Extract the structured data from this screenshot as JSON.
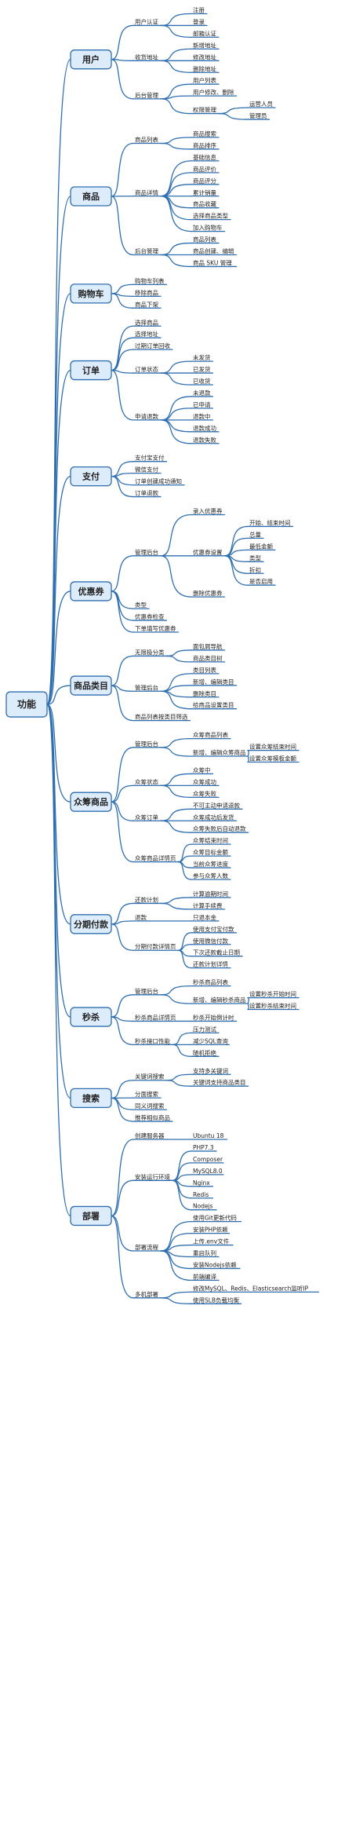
{
  "root": "功能",
  "categories": [
    {
      "label": "用户",
      "children": [
        {
          "label": "用户认证",
          "children": [
            {
              "label": "注册"
            },
            {
              "label": "登录"
            },
            {
              "label": "邮箱认证"
            }
          ]
        },
        {
          "label": "收货地址",
          "children": [
            {
              "label": "新增地址"
            },
            {
              "label": "修改地址"
            },
            {
              "label": "删除地址"
            }
          ]
        },
        {
          "label": "后台管理",
          "children": [
            {
              "label": "用户列表"
            },
            {
              "label": "用户修改、删除"
            },
            {
              "label": "权限管理",
              "children": [
                {
                  "label": "运营人员"
                },
                {
                  "label": "管理员"
                }
              ]
            }
          ]
        }
      ]
    },
    {
      "label": "商品",
      "children": [
        {
          "label": "商品列表",
          "children": [
            {
              "label": "商品搜索"
            },
            {
              "label": "商品排序"
            }
          ]
        },
        {
          "label": "商品详情",
          "children": [
            {
              "label": "基础信息"
            },
            {
              "label": "商品评价"
            },
            {
              "label": "商品评分"
            },
            {
              "label": "累计销量"
            },
            {
              "label": "商品收藏"
            },
            {
              "label": "选择商品类型"
            },
            {
              "label": "加入购物车"
            }
          ]
        },
        {
          "label": "后台管理",
          "children": [
            {
              "label": "商品列表"
            },
            {
              "label": "商品创建、编辑"
            },
            {
              "label": "商品 SKU 管理"
            }
          ]
        }
      ]
    },
    {
      "label": "购物车",
      "children": [
        {
          "label": "购物车列表"
        },
        {
          "label": "移除商品"
        },
        {
          "label": "商品下架"
        }
      ]
    },
    {
      "label": "订单",
      "children": [
        {
          "label": "选择商品"
        },
        {
          "label": "选择地址"
        },
        {
          "label": "过期订单回收"
        },
        {
          "label": "订单状态",
          "children": [
            {
              "label": "未发货"
            },
            {
              "label": "已发货"
            },
            {
              "label": "已收货"
            }
          ]
        },
        {
          "label": "申请退款",
          "children": [
            {
              "label": "未退款"
            },
            {
              "label": "已申请"
            },
            {
              "label": "退款中"
            },
            {
              "label": "退款成功"
            },
            {
              "label": "退款失败"
            }
          ]
        }
      ]
    },
    {
      "label": "支付",
      "children": [
        {
          "label": "支付宝支付"
        },
        {
          "label": "微信支付"
        },
        {
          "label": "订单创建成功通知"
        },
        {
          "label": "订单退款"
        }
      ]
    },
    {
      "label": "优惠券",
      "children": [
        {
          "label": "管理后台",
          "children": [
            {
              "label": "录入优惠券"
            },
            {
              "label": "优惠券设置",
              "children": [
                {
                  "label": "开始、结束时间"
                },
                {
                  "label": "总量"
                },
                {
                  "label": "最低金额"
                },
                {
                  "label": "类型"
                },
                {
                  "label": "折扣"
                },
                {
                  "label": "是否启用"
                }
              ]
            },
            {
              "label": "删除优惠券"
            }
          ]
        },
        {
          "label": "类型"
        },
        {
          "label": "优惠券检查"
        },
        {
          "label": "下单填写优惠券"
        }
      ]
    },
    {
      "label": "商品类目",
      "children": [
        {
          "label": "无限极分类",
          "children": [
            {
              "label": "面包屑导航"
            },
            {
              "label": "商品类目树"
            }
          ]
        },
        {
          "label": "管理后台",
          "children": [
            {
              "label": "类目列表"
            },
            {
              "label": "新增、编辑类目"
            },
            {
              "label": "删除类目"
            },
            {
              "label": "给商品设置类目"
            }
          ]
        },
        {
          "label": "商品列表按类目筛选"
        }
      ]
    },
    {
      "label": "众筹商品",
      "children": [
        {
          "label": "管理后台",
          "children": [
            {
              "label": "众筹商品列表"
            },
            {
              "label": "新增、编辑众筹商品",
              "children": [
                {
                  "label": "设置众筹结束时间"
                },
                {
                  "label": "设置众筹模板金额"
                }
              ]
            }
          ]
        },
        {
          "label": "众筹状态",
          "children": [
            {
              "label": "众筹中"
            },
            {
              "label": "众筹成功"
            },
            {
              "label": "众筹失败"
            }
          ]
        },
        {
          "label": "众筹订单",
          "children": [
            {
              "label": "不可主动申请退款"
            },
            {
              "label": "众筹成功后发货"
            },
            {
              "label": "众筹失败后自动退款"
            }
          ]
        },
        {
          "label": "众筹商品详情页",
          "children": [
            {
              "label": "众筹结束时间"
            },
            {
              "label": "众筹目标金额"
            },
            {
              "label": "当前众筹进度"
            },
            {
              "label": "参与众筹人数"
            }
          ]
        }
      ]
    },
    {
      "label": "分期付款",
      "children": [
        {
          "label": "还款计划",
          "children": [
            {
              "label": "计算逾期时间"
            },
            {
              "label": "计算手续费"
            }
          ]
        },
        {
          "label": "退款",
          "children": [
            {
              "label": "只退本金"
            }
          ]
        },
        {
          "label": "分期付款详情页",
          "children": [
            {
              "label": "使用支付宝付款"
            },
            {
              "label": "使用微信付款"
            },
            {
              "label": "下次还款截止日期"
            },
            {
              "label": "还款计划详情"
            }
          ]
        }
      ]
    },
    {
      "label": "秒杀",
      "children": [
        {
          "label": "管理后台",
          "children": [
            {
              "label": "秒杀商品列表"
            },
            {
              "label": "新增、编辑秒杀商品",
              "children": [
                {
                  "label": "设置秒杀开始时间"
                },
                {
                  "label": "设置秒杀结束时间"
                }
              ]
            }
          ]
        },
        {
          "label": "秒杀商品详情页",
          "children": [
            {
              "label": "秒杀开始倒计时"
            }
          ]
        },
        {
          "label": "秒杀接口性能",
          "children": [
            {
              "label": "压力测试"
            },
            {
              "label": "减少SQL查询"
            },
            {
              "label": "随机拒绝"
            }
          ]
        }
      ]
    },
    {
      "label": "搜索",
      "children": [
        {
          "label": "关键词搜索",
          "children": [
            {
              "label": "支持多关键词"
            },
            {
              "label": "关键词支持商品类目"
            }
          ]
        },
        {
          "label": "分面搜索"
        },
        {
          "label": "同义词搜索"
        },
        {
          "label": "推荐相似商品"
        }
      ]
    },
    {
      "label": "部署",
      "children": [
        {
          "label": "创建服务器",
          "children": [
            {
              "label": "Ubuntu 18"
            }
          ]
        },
        {
          "label": "安装运行环境",
          "children": [
            {
              "label": "PHP7.3"
            },
            {
              "label": "Composer"
            },
            {
              "label": "MySQL8.0"
            },
            {
              "label": "Nginx"
            },
            {
              "label": "Redis"
            },
            {
              "label": "Nodejs"
            }
          ]
        },
        {
          "label": "部署流程",
          "children": [
            {
              "label": "使用Git更新代码"
            },
            {
              "label": "安装PHP依赖"
            },
            {
              "label": "上传.env文件"
            },
            {
              "label": "重启队列"
            },
            {
              "label": "安装Nodejs依赖"
            },
            {
              "label": "前端编译"
            }
          ]
        },
        {
          "label": "多机部署",
          "children": [
            {
              "label": "修改MySQL、Redis、Elasticsearch监听IP"
            },
            {
              "label": "使用SLB负载均衡"
            }
          ]
        }
      ]
    }
  ]
}
